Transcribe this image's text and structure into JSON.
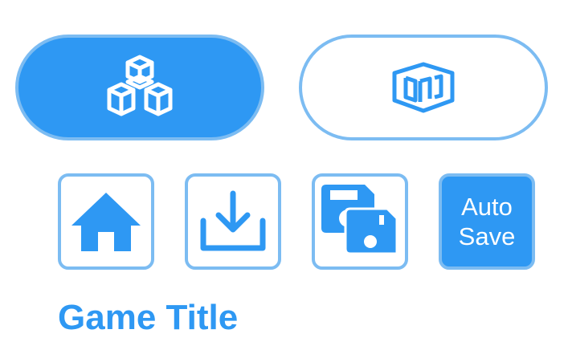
{
  "colors": {
    "accent": "#2e98f3",
    "border": "#7cbcf2",
    "background": "#ffffff"
  },
  "mode_toggle": {
    "left": {
      "icon": "cubes-stack-icon",
      "state": "selected"
    },
    "right": {
      "icon": "room-cube-icon",
      "state": "unselected"
    }
  },
  "toolbar": {
    "home": {
      "icon": "home-icon"
    },
    "download": {
      "icon": "download-icon"
    },
    "save": {
      "icon": "save-disks-icon"
    },
    "autosave": {
      "line1": "Auto",
      "line2": "Save",
      "state": "active"
    }
  },
  "game_title": "Game Title"
}
